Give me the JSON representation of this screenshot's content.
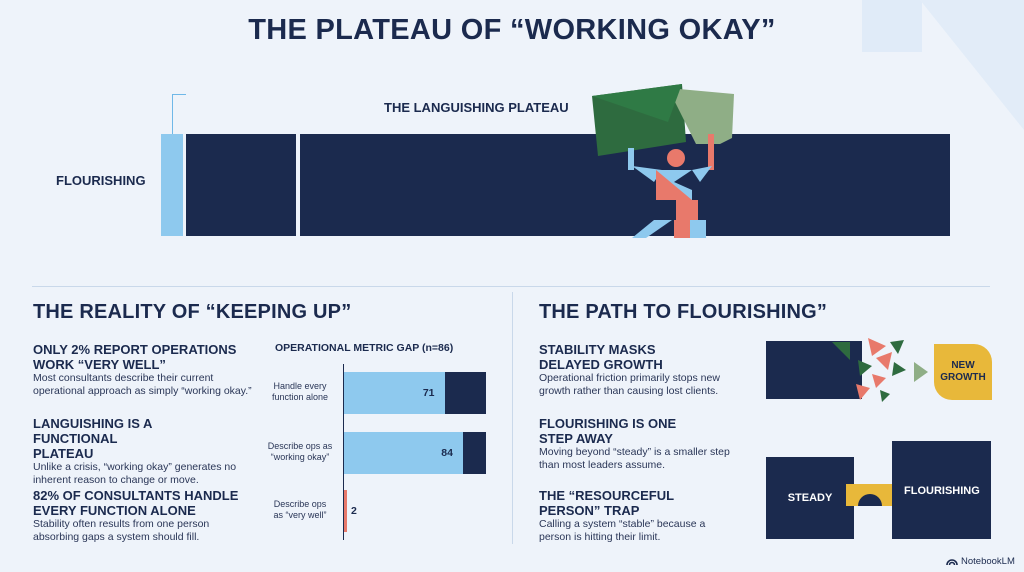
{
  "title": "THE PLATEAU OF “WORKING OKAY”",
  "hero": {
    "left_label": "FLOURISHING",
    "top_label": "THE LANGUISHING PLATEAU"
  },
  "left_section": {
    "heading": "THE REALITY OF “KEEPING UP”",
    "points": [
      {
        "title": "ONLY 2% REPORT OPERATIONS WORK “VERY WELL”",
        "body": "Most consultants describe their current operational approach as simply “working okay.”"
      },
      {
        "title": "LANGUISHING IS A FUNCTIONAL PLATEAU",
        "body": "Unlike a crisis, “working okay” generates no inherent reason to change or move."
      },
      {
        "title": "82% OF CONSULTANTS HANDLE EVERY FUNCTION ALONE",
        "body": "Stability often results from one person absorbing gaps a system should fill."
      }
    ]
  },
  "chart_data": {
    "type": "bar",
    "title": "OPERATIONAL METRIC GAP (n=86)",
    "categories": [
      "Handle every function alone",
      "Describe ops as “working okay”",
      "Describe ops as “very well”"
    ],
    "category_lines": [
      [
        "Handle every",
        "function alone"
      ],
      [
        "Describe ops as",
        "“working okay”"
      ],
      [
        "Describe ops",
        "as “very well”"
      ]
    ],
    "values": [
      71,
      84,
      2
    ],
    "ylim": [
      0,
      100
    ],
    "colors": [
      "#8ec9ee",
      "#8ec9ee",
      "#e8796b"
    ],
    "remainder_color": "#1b2a4e"
  },
  "right_section": {
    "heading": "THE PATH TO FLOURISHING”",
    "points": [
      {
        "title": "STABILITY MASKS DELAYED GROWTH",
        "body": "Operational friction primarily stops new growth rather than causing lost clients."
      },
      {
        "title": "FLOURISHING IS ONE STEP AWAY",
        "body": "Moving beyond “steady” is a smaller step than most leaders assume."
      },
      {
        "title": "THE “RESOURCEFUL PERSON” TRAP",
        "body": "Calling a system “stable” because a person is hitting their limit."
      }
    ],
    "growth_label": "NEW GROWTH",
    "steady_label": "STEADY",
    "flourishing_label": "FLOURISHING"
  },
  "footer": {
    "brand": "NotebookLM"
  },
  "colors": {
    "navy": "#1b2a4e",
    "light_blue": "#8ec9ee",
    "coral": "#e8796b",
    "green": "#2e6b3f",
    "sage": "#8fae86",
    "gold": "#e8b83a"
  }
}
